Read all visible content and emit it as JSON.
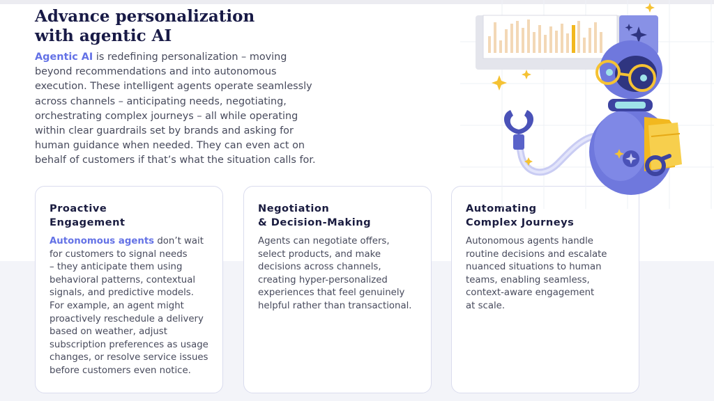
{
  "headline": {
    "line1": "Advance personalization",
    "line2": "with agentic AI"
  },
  "intro": {
    "highlight": "Agentic AI",
    "line1_rest": " is redefining personalization – moving",
    "lines": [
      "beyond recommendations and into autonomous",
      "execution. These intelligent agents operate seamlessly",
      "across channels – anticipating needs, negotiating,",
      "orchestrating complex journeys – all while operating",
      "within clear guardrails set by brands and asking for",
      "human guidance when needed. They can even act on",
      "behalf of customers if that’s what the situation calls for."
    ]
  },
  "cards": [
    {
      "title1": "Proactive",
      "title2": "Engagement",
      "highlight": "Autonomous agents",
      "line1_rest": " don’t wait",
      "lines": [
        "for customers to signal needs",
        "– they anticipate them using",
        "behavioral patterns, contextual",
        "signals, and predictive models.",
        "For example, an agent might",
        "proactively reschedule a delivery",
        "based on weather, adjust",
        "subscription preferences as usage",
        "changes, or resolve service issues",
        "before customers even notice."
      ]
    },
    {
      "title1": "Negotiation",
      "title2": "& Decision-Making",
      "lines": [
        "Agents can negotiate offers,",
        "select products, and make",
        "decisions across channels,",
        "creating hyper-personalized",
        "experiences that feel genuinely",
        "helpful rather than transactional."
      ]
    },
    {
      "title1": "Automating",
      "title2": "Complex Journeys",
      "lines": [
        "Autonomous agents handle",
        "routine decisions and escalate",
        "nuanced situations to human",
        "teams, enabling seamless,",
        "context-aware engagement",
        "at scale."
      ]
    }
  ],
  "colors": {
    "headline": "#181a46",
    "highlight": "#6472e6",
    "robot_body": "#6f78dd",
    "accent_yellow": "#f5c233",
    "card_border": "#dadcee"
  },
  "icons": [
    "robot-mascot-icon",
    "sparkle-icon",
    "folder-icon",
    "claw-hand-icon",
    "glasses-icon",
    "bar-chart-icon"
  ]
}
